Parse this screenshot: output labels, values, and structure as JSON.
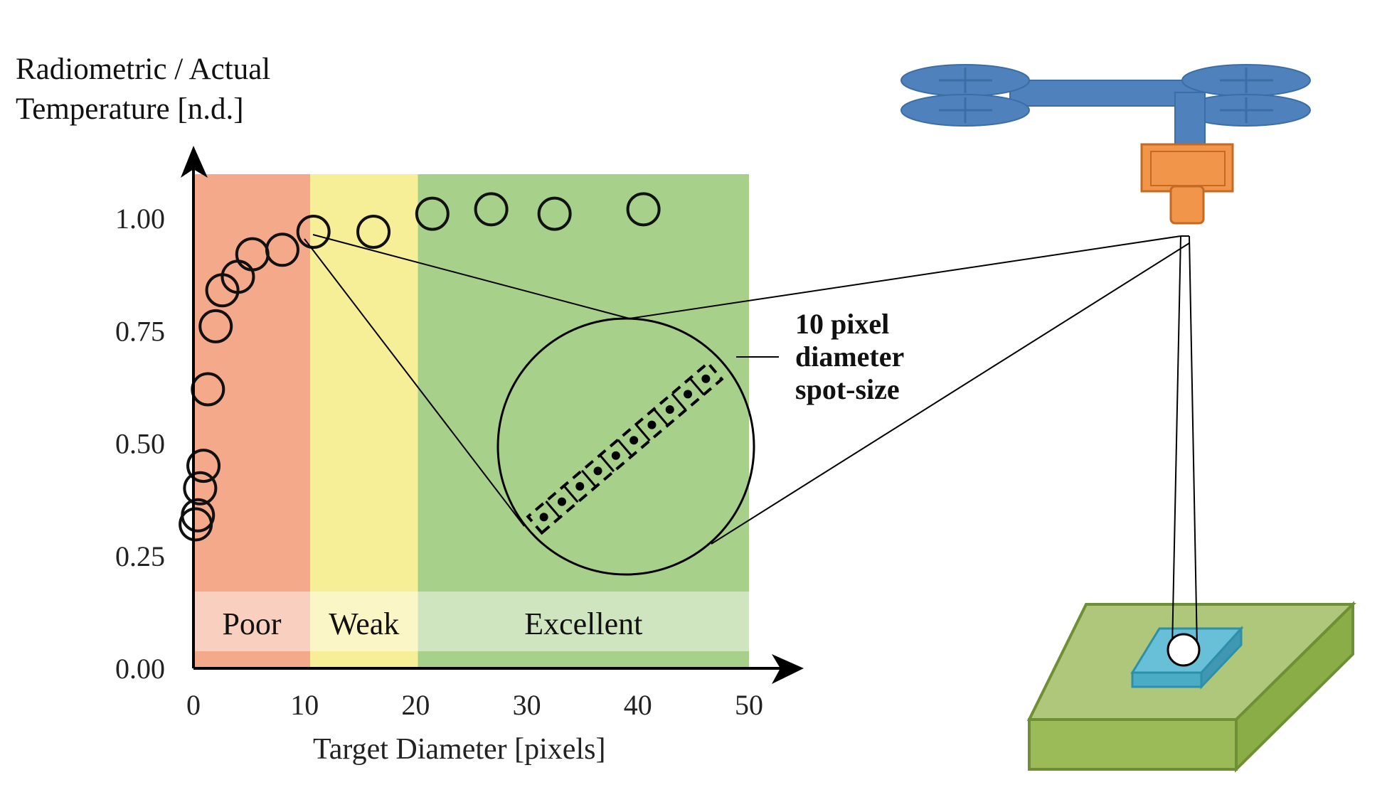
{
  "chart_data": {
    "type": "scatter",
    "ylabel_lines": [
      "Radiometric / Actual",
      "Temperature [n.d.]"
    ],
    "xlabel": "Target Diameter [pixels]",
    "x_ticks": [
      "0",
      "10",
      "20",
      "30",
      "40",
      "50"
    ],
    "y_ticks": [
      "0.00",
      "0.25",
      "0.50",
      "0.75",
      "1.00"
    ],
    "xlim": [
      0,
      50
    ],
    "ylim": [
      0,
      1.1
    ],
    "zones": [
      {
        "label": "Poor",
        "from": 0,
        "to": 10.5,
        "color": "#f4a98b"
      },
      {
        "label": "Weak",
        "from": 10.5,
        "to": 20.2,
        "color": "#f6ef98"
      },
      {
        "label": "Excellent",
        "from": 20.2,
        "to": 50,
        "color": "#a7d08b"
      }
    ],
    "points": [
      {
        "x": 0.2,
        "y": 0.32
      },
      {
        "x": 0.4,
        "y": 0.34
      },
      {
        "x": 0.6,
        "y": 0.4
      },
      {
        "x": 0.9,
        "y": 0.45
      },
      {
        "x": 1.3,
        "y": 0.62
      },
      {
        "x": 2.0,
        "y": 0.76
      },
      {
        "x": 2.6,
        "y": 0.84
      },
      {
        "x": 4.0,
        "y": 0.87
      },
      {
        "x": 5.3,
        "y": 0.92
      },
      {
        "x": 8.0,
        "y": 0.93
      },
      {
        "x": 10.8,
        "y": 0.97
      },
      {
        "x": 16.2,
        "y": 0.97
      },
      {
        "x": 21.5,
        "y": 1.01
      },
      {
        "x": 26.8,
        "y": 1.02
      },
      {
        "x": 32.5,
        "y": 1.01
      },
      {
        "x": 40.5,
        "y": 1.02
      }
    ],
    "annotation": [
      "10 pixel",
      "diameter",
      "spot-size"
    ]
  },
  "colors": {
    "drone_arm": "#4f81bd",
    "camera": "#f0954a",
    "platform": "#9bbb59",
    "target": "#4bacc6"
  }
}
